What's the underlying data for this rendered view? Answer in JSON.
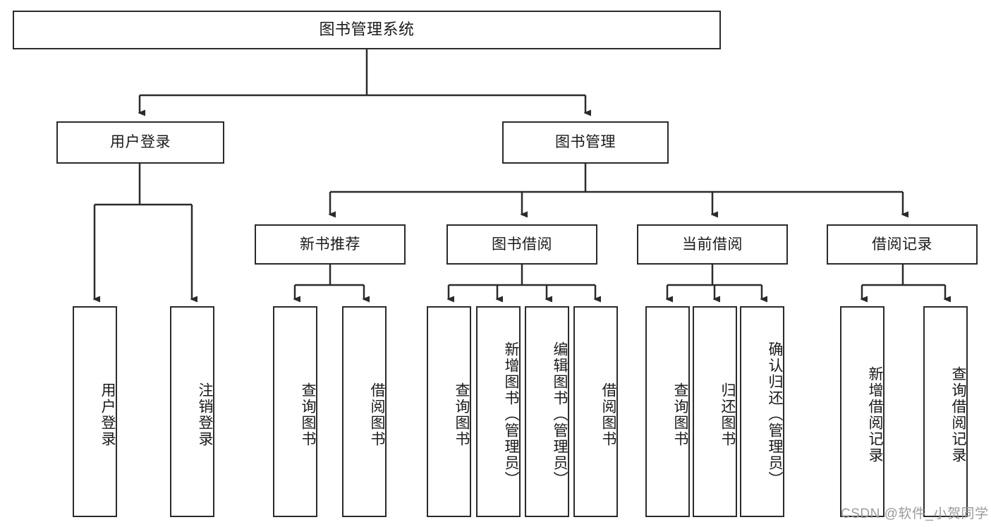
{
  "diagram": {
    "type": "org-tree",
    "title": "图书管理系统",
    "root": {
      "label": "图书管理系统"
    },
    "level1": [
      {
        "label": "用户登录"
      },
      {
        "label": "图书管理"
      }
    ],
    "level2": [
      {
        "label": "新书推荐",
        "parent": "图书管理"
      },
      {
        "label": "图书借阅",
        "parent": "图书管理"
      },
      {
        "label": "当前借阅",
        "parent": "图书管理"
      },
      {
        "label": "借阅记录",
        "parent": "图书管理"
      }
    ],
    "leaves": [
      {
        "label": "用户登录",
        "parent": "用户登录"
      },
      {
        "label": "注销登录",
        "parent": "用户登录"
      },
      {
        "label": "查询图书",
        "parent": "新书推荐"
      },
      {
        "label": "借阅图书",
        "parent": "新书推荐"
      },
      {
        "label": "查询图书",
        "parent": "图书借阅"
      },
      {
        "label": "新增图书（管理员）",
        "parent": "图书借阅"
      },
      {
        "label": "编辑图书（管理员）",
        "parent": "图书借阅"
      },
      {
        "label": "借阅图书",
        "parent": "图书借阅"
      },
      {
        "label": "查询图书",
        "parent": "当前借阅"
      },
      {
        "label": "归还图书",
        "parent": "当前借阅"
      },
      {
        "label": "确认归还（管理员）",
        "parent": "当前借阅"
      },
      {
        "label": "新增借阅记录",
        "parent": "借阅记录"
      },
      {
        "label": "查询借阅记录",
        "parent": "借阅记录"
      }
    ]
  },
  "watermark": {
    "text": "CSDN @软件_小贺同学"
  },
  "colors": {
    "line": "#2b2b2b",
    "box_fill": "#ffffff",
    "text": "#1a1a1a",
    "watermark": "#9a9a9a"
  }
}
